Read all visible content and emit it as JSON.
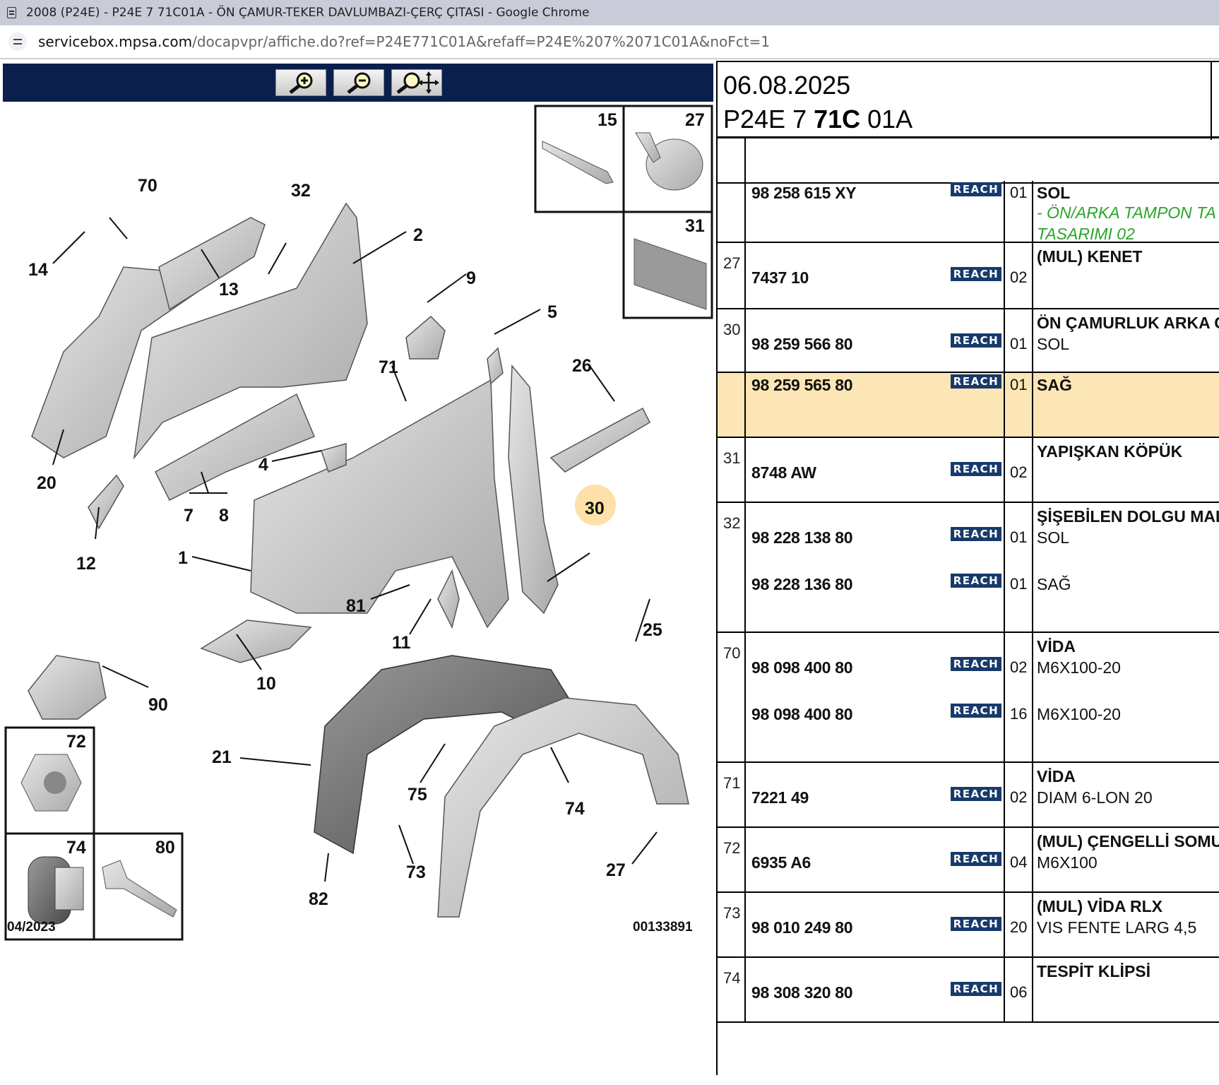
{
  "browser": {
    "title": "2008 (P24E) - P24E 7 71C01A - ÖN ÇAMUR-TEKER DAVLUMBAZI-ÇERÇ ÇITASI - Google Chrome",
    "url_host": "servicebox.mpsa.com",
    "url_path": "/docapvpr/affiche.do?ref=P24E771C01A&refaff=P24E%207%2071C01A&noFct=1"
  },
  "toolbar": {
    "zoom_in_icon": "magnifier-plus-icon",
    "zoom_out_icon": "magnifier-minus-icon",
    "pan_icon": "magnifier-move-icon"
  },
  "diagram": {
    "callouts": [
      "70",
      "32",
      "2",
      "14",
      "13",
      "9",
      "5",
      "71",
      "26",
      "20",
      "4",
      "7",
      "8",
      "12",
      "1",
      "30",
      "81",
      "11",
      "25",
      "10",
      "90",
      "21",
      "75",
      "74",
      "73",
      "27",
      "82"
    ],
    "inset_labels": [
      "15",
      "27",
      "31",
      "72",
      "74",
      "80"
    ],
    "date_code": "04/2023",
    "drawing_no": "00133891",
    "highlight_callout": "30"
  },
  "header": {
    "date": "06.08.2025",
    "ref_part1": "P24E 7 ",
    "ref_bold": "71C",
    "ref_part2": " 01A"
  },
  "reach_label": "REACH",
  "rows": [
    {
      "ref": "",
      "parts": [
        {
          "no": "98 258 615 XY",
          "qty": "01",
          "desc": "SOL"
        }
      ],
      "extra": [
        "- ÖN/ARKA TAMPON TA",
        "TASARIMI 02"
      ]
    },
    {
      "ref": "27",
      "title": "(MUL) KENET",
      "parts": [
        {
          "no": "7437 10",
          "qty": "02",
          "desc": ""
        }
      ]
    },
    {
      "ref": "30",
      "title": "ÖN ÇAMURLUK ARKA Ç",
      "parts": [
        {
          "no": "98 259 566 80",
          "qty": "01",
          "desc": "SOL"
        }
      ]
    },
    {
      "ref": "",
      "parts": [
        {
          "no": "98 259 565 80",
          "qty": "01",
          "desc": "SAĞ"
        }
      ],
      "highlight": true
    },
    {
      "ref": "31",
      "title": "YAPIŞKAN KÖPÜK",
      "parts": [
        {
          "no": "8748 AW",
          "qty": "02",
          "desc": ""
        }
      ]
    },
    {
      "ref": "32",
      "title": "ŞİŞEBİLEN DOLGU MAL",
      "parts": [
        {
          "no": "98 228 138 80",
          "qty": "01",
          "desc": "SOL"
        },
        {
          "no": "98 228 136 80",
          "qty": "01",
          "desc": "SAĞ"
        }
      ]
    },
    {
      "ref": "70",
      "title": "VİDA",
      "parts": [
        {
          "no": "98 098 400 80",
          "qty": "02",
          "desc": "M6X100-20"
        },
        {
          "no": "98 098 400 80",
          "qty": "16",
          "desc": "M6X100-20"
        }
      ]
    },
    {
      "ref": "71",
      "title": "VİDA",
      "parts": [
        {
          "no": "7221 49",
          "qty": "02",
          "desc": "DIAM 6-LON 20"
        }
      ]
    },
    {
      "ref": "72",
      "title": "(MUL) ÇENGELLİ SOMU",
      "parts": [
        {
          "no": "6935 A6",
          "qty": "04",
          "desc": "M6X100"
        }
      ]
    },
    {
      "ref": "73",
      "title": "(MUL) VİDA RLX",
      "parts": [
        {
          "no": "98 010 249 80",
          "qty": "20",
          "desc": "VIS FENTE LARG 4,5"
        }
      ]
    },
    {
      "ref": "74",
      "title": "TESPİT KLİPSİ",
      "parts": [
        {
          "no": "98 308 320 80",
          "qty": "06",
          "desc": ""
        }
      ]
    }
  ]
}
